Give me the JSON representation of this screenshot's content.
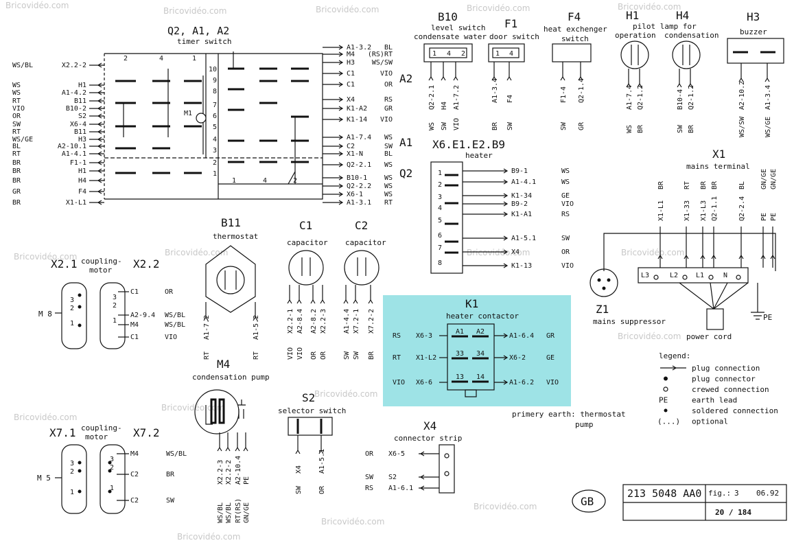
{
  "watermark": "Bricovidéo.com",
  "components": {
    "q2": {
      "title": "Q2, A1, A2",
      "subtitle": "timer switch"
    },
    "b10": {
      "code": "B10",
      "line1": "level switch",
      "line2": "condensate water"
    },
    "f1": {
      "code": "F1",
      "subtitle": "door switch"
    },
    "f4": {
      "code": "F4",
      "line1": "heat exchenger",
      "line2": "switch"
    },
    "h1": {
      "code": "H1",
      "line1": "pilot lamp for",
      "line2": "operation"
    },
    "h4": {
      "code": "H4",
      "subtitle": "condensation"
    },
    "h3": {
      "code": "H3",
      "subtitle": "buzzer"
    },
    "x6": {
      "code": "X6.E1.E2.B9",
      "subtitle": "heater"
    },
    "x1": {
      "code": "X1",
      "subtitle": "mains terminal"
    },
    "b11": {
      "code": "B11",
      "subtitle": "thermostat"
    },
    "c1": {
      "code": "C1",
      "subtitle": "capacitor"
    },
    "c2": {
      "code": "C2",
      "subtitle": "capacitor"
    },
    "x21": {
      "code": "X2.1",
      "subtitle": "coupling-\nmotor"
    },
    "x22": {
      "code": "X2.2"
    },
    "k1": {
      "code": "K1",
      "subtitle": "heater contactor"
    },
    "m4": {
      "code": "M4",
      "subtitle": "condensation pump"
    },
    "s2": {
      "code": "S2",
      "subtitle": "selector switch"
    },
    "x4": {
      "code": "X4",
      "subtitle": "connector strip"
    },
    "x71": {
      "code": "X7.1",
      "subtitle": "coupling-\nmotor"
    },
    "x72": {
      "code": "X7.2"
    },
    "z1": {
      "code": "Z1",
      "subtitle": "mains suppressor"
    },
    "power_cord": "power cord",
    "pe": "PE",
    "primery_earth": "primery earth: thermostat",
    "pump": "pump"
  },
  "q2_left": [
    [
      "WS/BL",
      "X2.2-2"
    ],
    [
      "WS",
      "H1"
    ],
    [
      "WS",
      "A1-4.2"
    ],
    [
      "RT",
      "B11"
    ],
    [
      "VIO",
      "B10-2"
    ],
    [
      "OR",
      "S2"
    ],
    [
      "SW",
      "X6-4"
    ],
    [
      "RT",
      "B11"
    ],
    [
      "WS/GE",
      "H3"
    ],
    [
      "BL",
      "A2-10.1"
    ],
    [
      "RT",
      "A1-4.1"
    ],
    [
      "BR",
      "F1-1"
    ],
    [
      "BR",
      "H1"
    ],
    [
      "BR",
      "H4"
    ],
    [
      "GR",
      "F4"
    ],
    [
      "BR",
      "X1-L1"
    ]
  ],
  "q2_right": [
    [
      "A1-3.2",
      "BL"
    ],
    [
      "M4",
      "(RS)RT"
    ],
    [
      "H3",
      "WS/SW"
    ],
    [
      "C1",
      "VIO"
    ],
    [
      "C1",
      "OR"
    ],
    [
      "X4",
      "RS"
    ],
    [
      "K1-A2",
      "GR"
    ],
    [
      "K1-14",
      "VIO"
    ],
    [
      "A1-7.4",
      "WS"
    ],
    [
      "C2",
      "SW"
    ],
    [
      "X1-N",
      "BL"
    ],
    [
      "Q2-2.1",
      "WS"
    ],
    [
      "B10-1",
      "WS"
    ],
    [
      "Q2-2.2",
      "WS"
    ],
    [
      "X6-1",
      "WS"
    ],
    [
      "A1-3.1",
      "RT"
    ]
  ],
  "q2_section_labels": [
    "A2",
    "A1",
    "Q2"
  ],
  "q2_top_numbers": [
    "2",
    "4",
    "1"
  ],
  "q2_row_numbers": [
    "10",
    "9",
    "8",
    "7",
    "6",
    "5",
    "4",
    "3",
    "2",
    "1"
  ],
  "q2_bottom_numbers": [
    "1",
    "4",
    "2"
  ],
  "q2_motor": "M1",
  "b10_terminals": [
    "1",
    "4",
    "2"
  ],
  "b10_wires": [
    [
      "Q2-2.1",
      "WS"
    ],
    [
      "H4",
      "SW"
    ],
    [
      "A1-7.2",
      "VIO"
    ]
  ],
  "f1_terminals": [
    "1",
    "4"
  ],
  "f1_wires": [
    [
      "A1-3.4",
      "BR"
    ],
    [
      "F4",
      "SW"
    ]
  ],
  "f4_wires": [
    [
      "F1-4",
      "SW"
    ],
    [
      "Q2-1.4",
      "GR"
    ]
  ],
  "h1_wires": [
    [
      "A1-7.4",
      "WS"
    ],
    [
      "Q2-1.2",
      "BR"
    ]
  ],
  "h4_wires": [
    [
      "B10-4",
      "SW"
    ],
    [
      "Q2-1.2",
      "BR"
    ]
  ],
  "h3_wires": [
    [
      "A2-10.2",
      "WS/SW"
    ],
    [
      "A1-3.4",
      "WS/GE"
    ]
  ],
  "x6_rows": [
    [
      "B9-1",
      "WS"
    ],
    [
      "A1-4.1",
      "WS"
    ],
    [
      "K1-34",
      "GE"
    ],
    [
      "B9-2",
      "VIO"
    ],
    [
      "K1-A1",
      "RS"
    ],
    [
      "A1-5.1",
      "SW"
    ],
    [
      "X4",
      "OR"
    ],
    [
      "K1-13",
      "VIO"
    ]
  ],
  "x6_pins": [
    "1",
    "2",
    "3",
    "4",
    "5",
    "6",
    "7",
    "8"
  ],
  "x1_colors": [
    "BR",
    "RT",
    "BR",
    "BR",
    "BL",
    "GN/GE",
    "GN/GE"
  ],
  "x1_wires": [
    "X1-L1",
    "X1-33",
    "X1-L3",
    "Q2-1.1",
    "Q2-2.4",
    "PE",
    "PE"
  ],
  "x1_terminals": [
    "L3",
    "L2",
    "L1",
    "N"
  ],
  "b11_wires": [
    [
      "A1-7.2",
      "RT"
    ],
    [
      "A1-5.2",
      "RT"
    ]
  ],
  "c1_wires": [
    [
      "X2.2-1",
      "VIO"
    ],
    [
      "A2-8.4",
      "VIO"
    ],
    [
      "A2-8.2",
      "OR"
    ],
    [
      "X2.2-3",
      "OR"
    ]
  ],
  "c2_wires": [
    [
      "A1-4.4",
      "SW"
    ],
    [
      "X7.2-1",
      "SW"
    ],
    [
      "X7.2-2",
      "BR"
    ]
  ],
  "x2_pins": [
    "3",
    "2",
    "1"
  ],
  "x2_m": "M 8",
  "x2_rows": [
    [
      "C1",
      "OR"
    ],
    [
      "A2-9.4",
      "WS/BL"
    ],
    [
      "M4",
      "WS/BL"
    ],
    [
      "C1",
      "VIO"
    ]
  ],
  "k1_left": [
    [
      "RS",
      "X6-3"
    ],
    [
      "RT",
      "X1-L2"
    ],
    [
      "VIO",
      "X6-6"
    ]
  ],
  "k1_right": [
    [
      "A1-6.4",
      "GR"
    ],
    [
      "X6-2",
      "GE"
    ],
    [
      "A1-6.2",
      "VIO"
    ]
  ],
  "k1_contacts": [
    "A1",
    "A2",
    "33",
    "34",
    "13",
    "14"
  ],
  "m4_wires": [
    [
      "X2.2-3",
      "WS/BL"
    ],
    [
      "X2.2-2",
      "WS/BL"
    ],
    [
      "A2-10.4",
      "RT(RS)"
    ],
    [
      "PE",
      "GN/GE"
    ]
  ],
  "s2_wires": [
    [
      "X4",
      "SW"
    ],
    [
      "A1-5.1",
      "OR"
    ]
  ],
  "x4_rows": [
    [
      "OR",
      "X6-5"
    ],
    [
      "SW",
      "S2"
    ],
    [
      "RS",
      "A1-6.1"
    ]
  ],
  "x7_m": "M 5",
  "x7_rows": [
    [
      "M4",
      "WS/BL"
    ],
    [
      "C2",
      "BR"
    ],
    [
      "C2",
      "SW"
    ]
  ],
  "legend": {
    "title": "legend:",
    "items": [
      "plug connection",
      "plug connector",
      "crewed connection",
      "earth lead",
      "soldered connection",
      "optional"
    ],
    "symbols": [
      "PE",
      "(...)"
    ]
  },
  "title_block": {
    "doc_no": "213 5048 AA0",
    "fig_label": "fig.:",
    "fig_no": "3",
    "date": "06.92",
    "page": "20 / 184",
    "lang": "GB"
  }
}
